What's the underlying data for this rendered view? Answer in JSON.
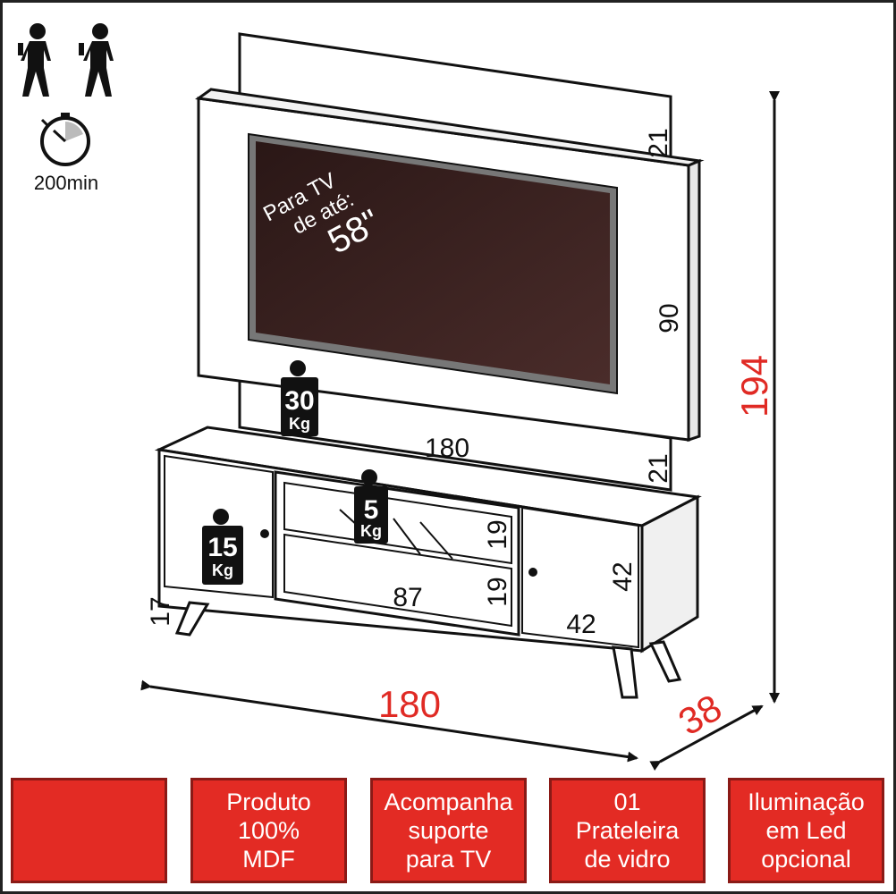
{
  "assembly": {
    "people_icon": "two-people-icon",
    "time_icon": "stopwatch-icon",
    "time": "200min"
  },
  "tv_label": {
    "line1": "Para TV",
    "line2": "de até:",
    "size": "58\""
  },
  "weights": {
    "panel": {
      "value": "30",
      "unit": "Kg"
    },
    "shelf": {
      "value": "5",
      "unit": "Kg"
    },
    "door": {
      "value": "15",
      "unit": "Kg"
    }
  },
  "dimensions": {
    "panel_top_depth": "21",
    "panel_height": "90",
    "panel_width": "180",
    "panel_bottom_depth": "21",
    "niche_upper": "19",
    "niche_lower": "19",
    "niche_width": "87",
    "door_height": "42",
    "door_width": "42",
    "leg_height": "17",
    "total_width": "180",
    "total_depth": "38",
    "total_height": "194"
  },
  "colors": {
    "accent_red": "#e32b24",
    "tv_screen": "#3a2120"
  },
  "features": [
    {
      "text": ""
    },
    {
      "text": "Produto\n100%\nMDF"
    },
    {
      "text": "Acompanha\nsuporte\npara TV"
    },
    {
      "text": "01\nPrateleira\nde vidro"
    },
    {
      "text": "Iluminação\nem Led\nopcional"
    }
  ]
}
